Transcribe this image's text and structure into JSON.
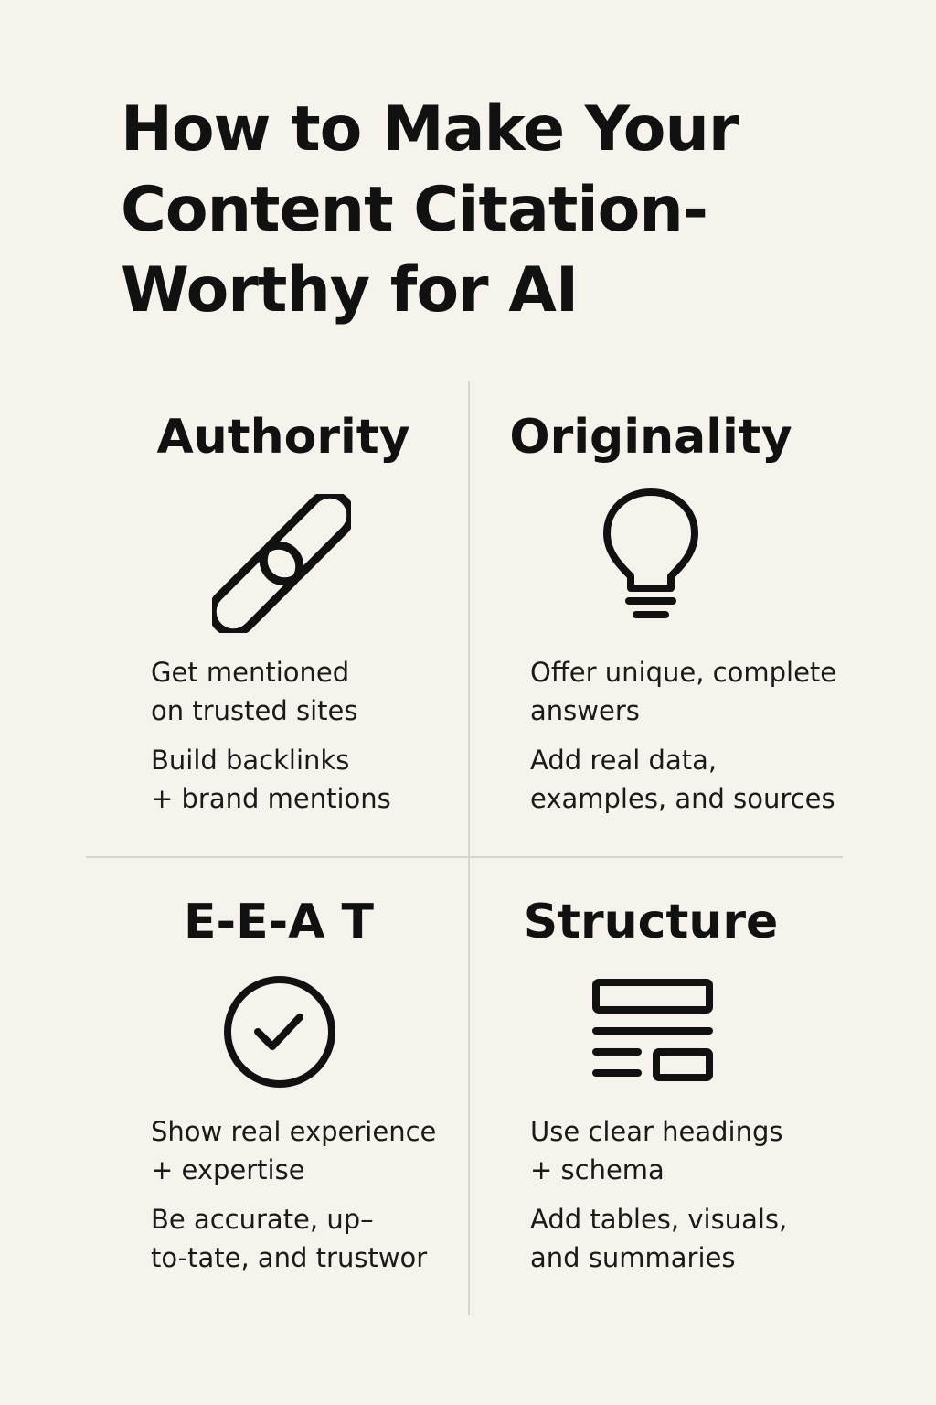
{
  "title": {
    "line1": "How to Make Your",
    "line2": "Content Citation-",
    "line3": "Worthy for AI"
  },
  "quadrants": {
    "authority": {
      "title": "Authority",
      "icon": "link-icon",
      "p1": {
        "line1": "Get mentioned",
        "line2": "on trusted sites"
      },
      "p2": {
        "line1": "Build backlinks",
        "line2": "+ brand mentions"
      }
    },
    "originality": {
      "title": "Originality",
      "icon": "lightbulb-icon",
      "p1": {
        "line1": "Offer unique, complete",
        "line2": "answers"
      },
      "p2": {
        "line1": "Add real data,",
        "line2": "examples, and sources"
      }
    },
    "eeat": {
      "title": "E-E-A T",
      "icon": "check-circle-icon",
      "p1": {
        "line1": "Show real experience",
        "line2": "+ expertise"
      },
      "p2": {
        "line1": "Be accurate, up–",
        "line2": "to-tate, and trustwor"
      }
    },
    "structure": {
      "title": "Structure",
      "icon": "layout-icon",
      "p1": {
        "line1": "Use clear headings",
        "line2": "+ schema"
      },
      "p2": {
        "line1": "Add tables, visuals,",
        "line2": "and summaries"
      }
    }
  }
}
